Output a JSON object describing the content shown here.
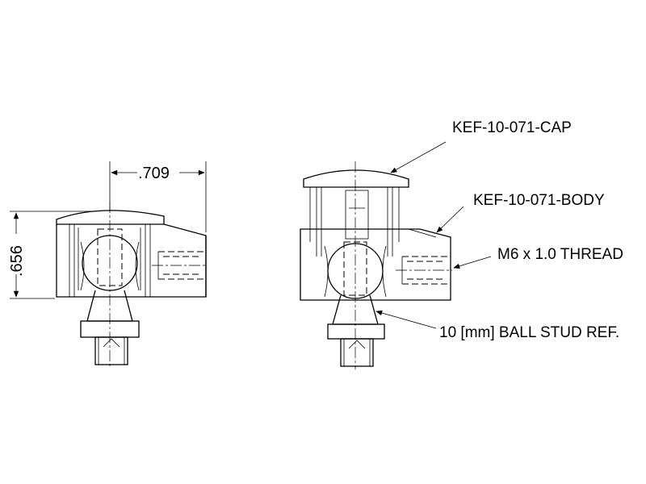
{
  "dimensions": {
    "width": ".709",
    "height": ".656"
  },
  "callouts": {
    "cap": "KEF-10-071-CAP",
    "body": "KEF-10-071-BODY",
    "thread": "M6 x 1.0 THREAD",
    "stud": "10 [mm] BALL STUD REF."
  },
  "colors": {
    "line": "#000000",
    "background": "#ffffff"
  }
}
